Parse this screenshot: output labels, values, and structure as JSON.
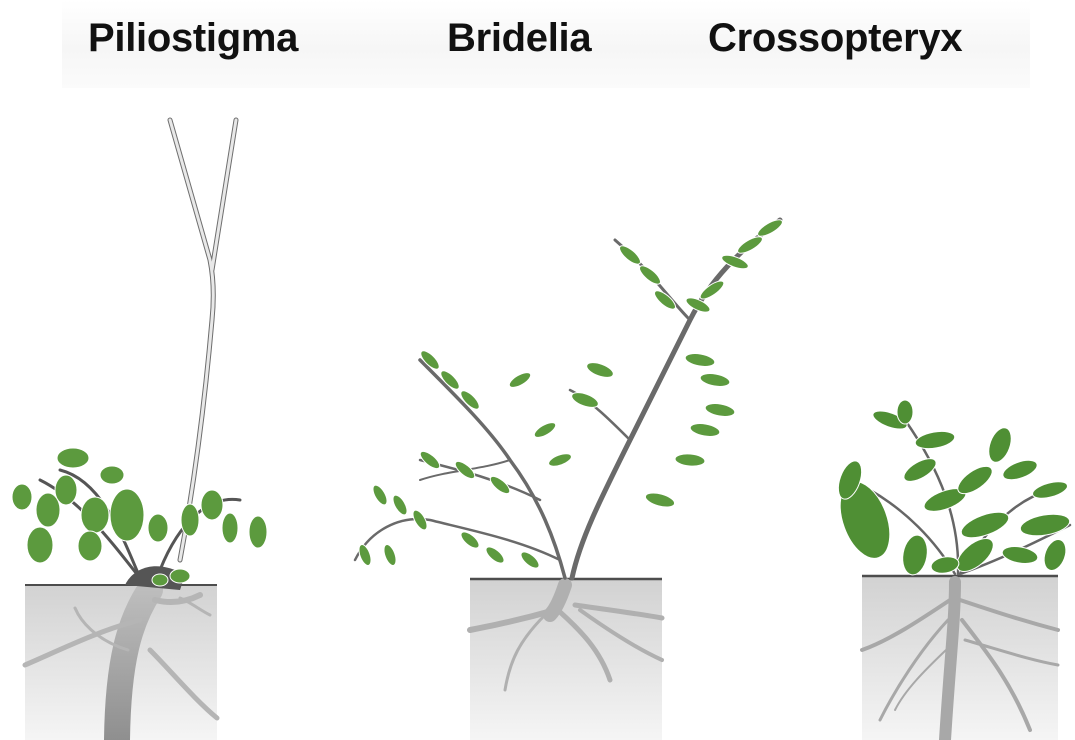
{
  "plants": [
    {
      "name": "Piliostigma"
    },
    {
      "name": "Bridelia"
    },
    {
      "name": "Crossopteryx"
    }
  ],
  "colors": {
    "leaf": "#5c9a3e",
    "leaf_dark": "#4a8a30",
    "stem": "#6e6e6e",
    "young_stem": "#e6e6e6",
    "soil_top": "#cfcfcf",
    "soil_bottom": "#f4f4f4",
    "root": "#a9a9a9",
    "ground_line": "#4d4d4d"
  },
  "icons": [
    "plant-illustration"
  ]
}
